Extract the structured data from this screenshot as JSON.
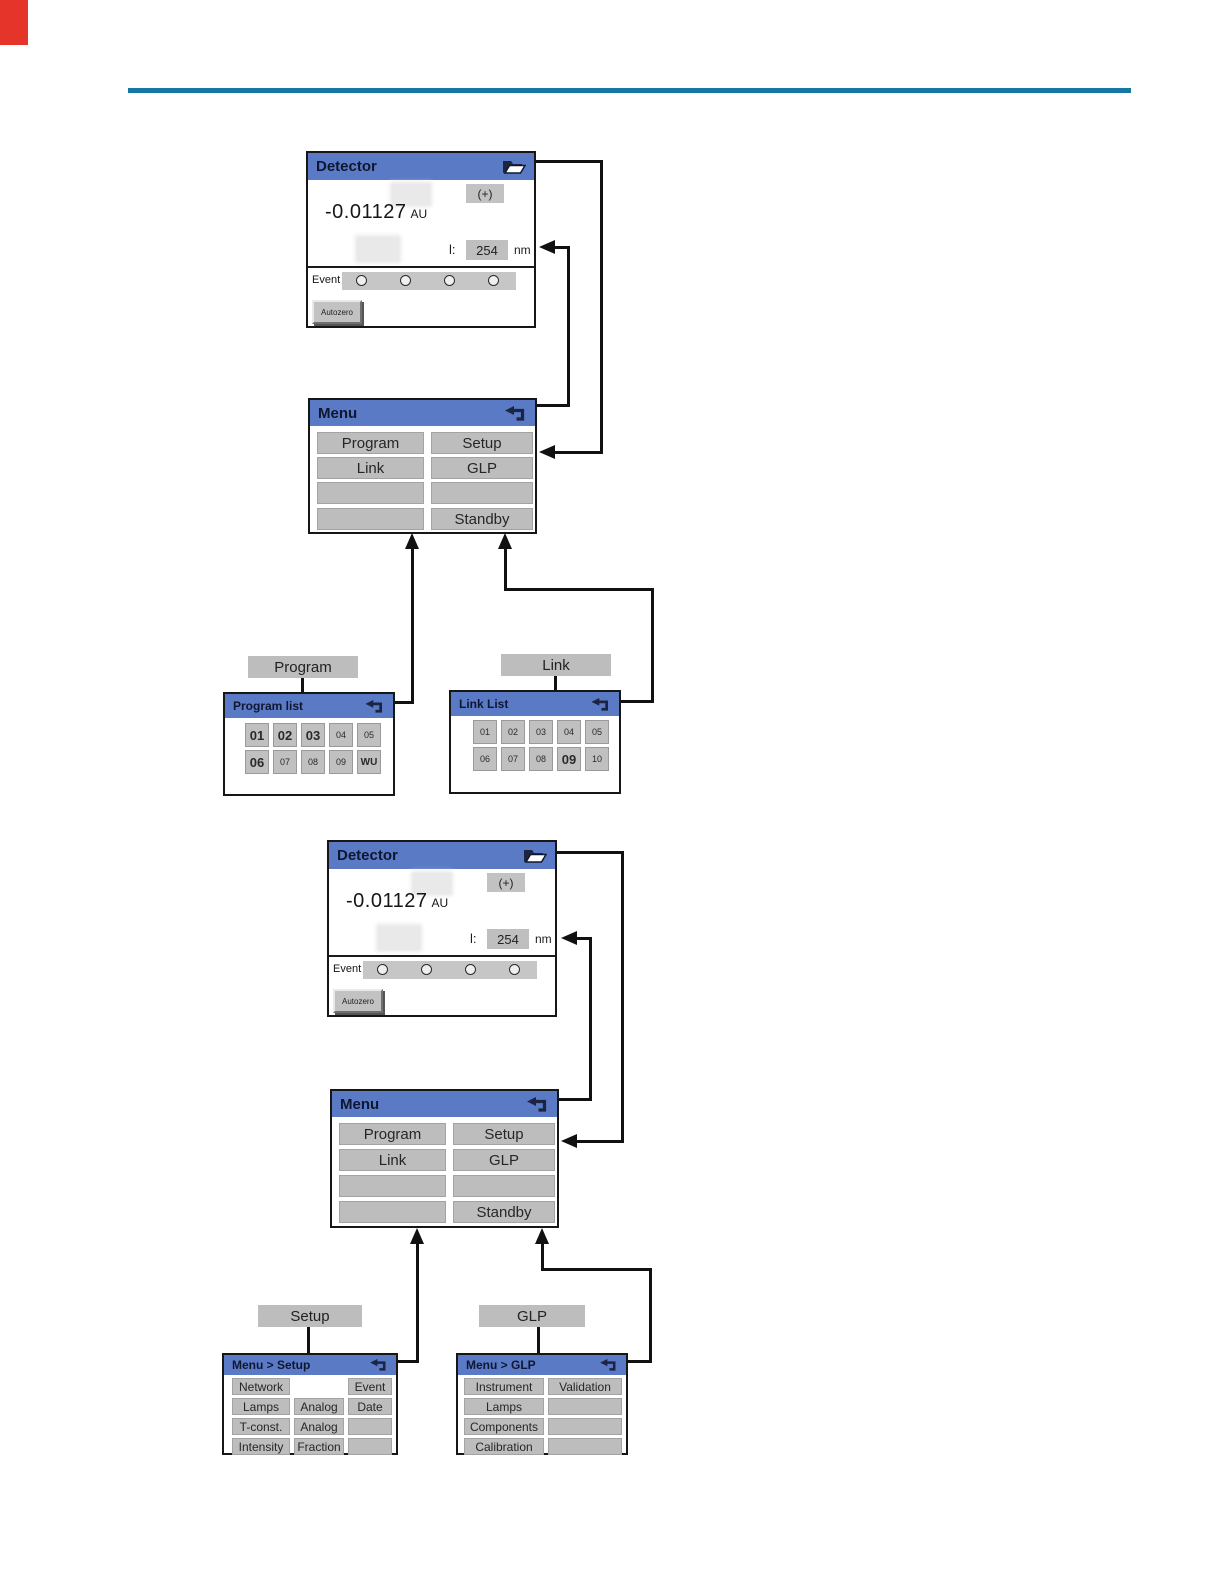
{
  "page": {
    "rule_color": "#1478a2",
    "corner_marker_color": "#e5352b",
    "titlebar_color": "#5b7ac6"
  },
  "detector_screen": {
    "title": "Detector",
    "plus_button": "(+)",
    "absorbance_value": "-0.01127",
    "absorbance_unit": "AU",
    "wavelength_label": "l:",
    "wavelength_value": "254",
    "wavelength_unit": "nm",
    "event_label": "Event",
    "autozero_button": "Autozero"
  },
  "menu_screen": {
    "title": "Menu",
    "buttons": {
      "program": "Program",
      "setup": "Setup",
      "link": "Link",
      "glp": "GLP",
      "blank1": "",
      "blank2": "",
      "blank3": "",
      "standby": "Standby"
    }
  },
  "program_section": {
    "button_label": "Program",
    "panel_title": "Program list",
    "keys_row1": [
      "01",
      "02",
      "03",
      "04",
      "05"
    ],
    "keys_row2": [
      "06",
      "07",
      "08",
      "09",
      "WU"
    ]
  },
  "link_section": {
    "button_label": "Link",
    "panel_title": "Link List",
    "keys_row1": [
      "01",
      "02",
      "03",
      "04",
      "05"
    ],
    "keys_row2": [
      "06",
      "07",
      "08",
      "09",
      "10"
    ]
  },
  "setup_section": {
    "button_label": "Setup",
    "panel_title": "Menu > Setup",
    "grid": [
      [
        "Network",
        "",
        "Event"
      ],
      [
        "Lamps",
        "Analog",
        "Date"
      ],
      [
        "T-const.",
        "Analog",
        ""
      ],
      [
        "Intensity",
        "Fraction",
        ""
      ]
    ]
  },
  "glp_section": {
    "button_label": "GLP",
    "panel_title": "Menu > GLP",
    "grid": [
      [
        "Instrument",
        "Validation"
      ],
      [
        "Lamps",
        ""
      ],
      [
        "Components",
        ""
      ],
      [
        "Calibration",
        ""
      ]
    ]
  }
}
